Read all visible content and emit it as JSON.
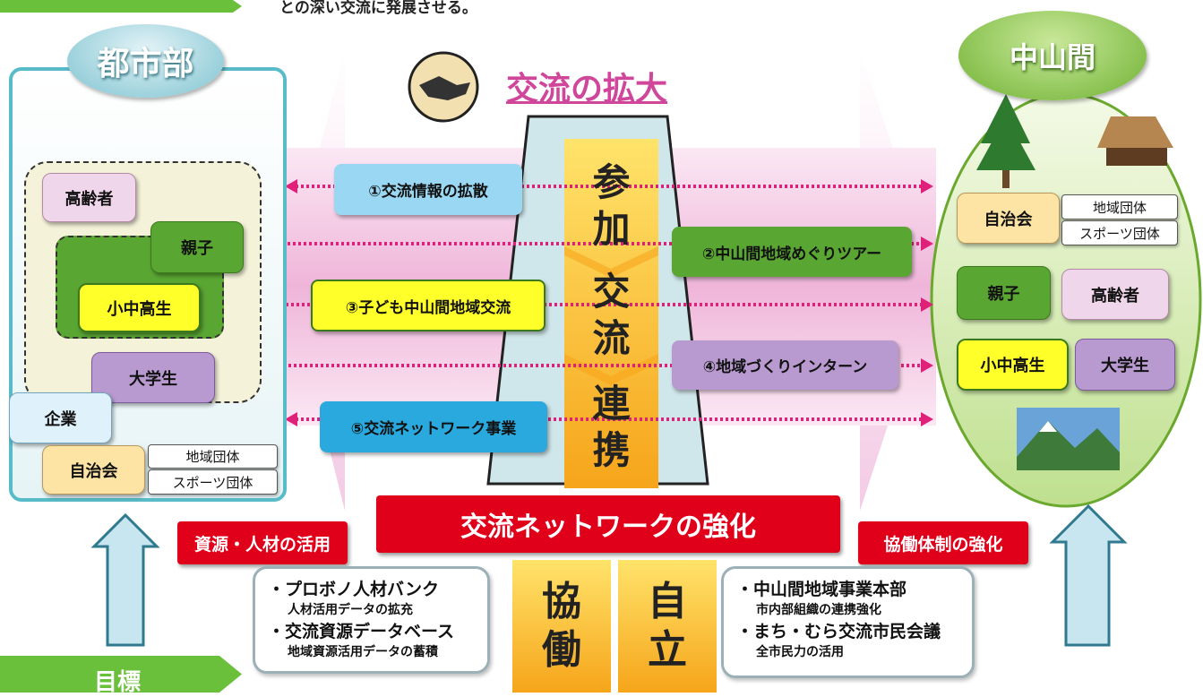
{
  "header": {
    "partial_text": "との深い交流に発展させる。"
  },
  "left": {
    "title": "都市部",
    "groups": {
      "elderly": "高齢者",
      "parent_child": "親子",
      "students": "小中高生",
      "university": "大学生",
      "company": "企業",
      "residents_assoc": "自治会",
      "community_group": "地域団体",
      "sports_group": "スポーツ団体"
    }
  },
  "right": {
    "title": "中山間",
    "groups": {
      "residents_assoc": "自治会",
      "community_group": "地域団体",
      "sports_group": "スポーツ団体",
      "parent_child": "親子",
      "elderly": "高齢者",
      "students": "小中高生",
      "university": "大学生"
    }
  },
  "center": {
    "title": "交流の拡大",
    "vertical_1": [
      "参",
      "加"
    ],
    "vertical_2": [
      "交",
      "流"
    ],
    "vertical_3": [
      "連",
      "携"
    ],
    "bottom_1": [
      "協",
      "働"
    ],
    "bottom_2": [
      "自",
      "立"
    ]
  },
  "exchanges": [
    {
      "label": "①交流情報の拡散"
    },
    {
      "label": "②中山間地域めぐりツアー"
    },
    {
      "label": "③子ども中山間地域交流"
    },
    {
      "label": "④地域づくりインターン"
    },
    {
      "label": "⑤交流ネットワーク事業"
    }
  ],
  "bottom": {
    "network": "交流ネットワークの強化",
    "resources_tag": "資源・人材の活用",
    "collab_tag": "協働体制の強化",
    "left_items": [
      {
        "main": "・プロボノ人材バンク",
        "sub": "人材活用データの拡充"
      },
      {
        "main": "・交流資源データベース",
        "sub": "地域資源活用データの蓄積"
      }
    ],
    "right_items": [
      {
        "main": "・中山間地域事業本部",
        "sub": "市内部組織の連携強化"
      },
      {
        "main": "・まち・むら交流市民会議",
        "sub": "全市民力の活用"
      }
    ],
    "goal": "目標"
  },
  "colors": {
    "pink_band": "#e9a9cf",
    "green_header": "#6abf3b",
    "red": "#e0001a",
    "arrow_fill": "#c8e6ef"
  }
}
